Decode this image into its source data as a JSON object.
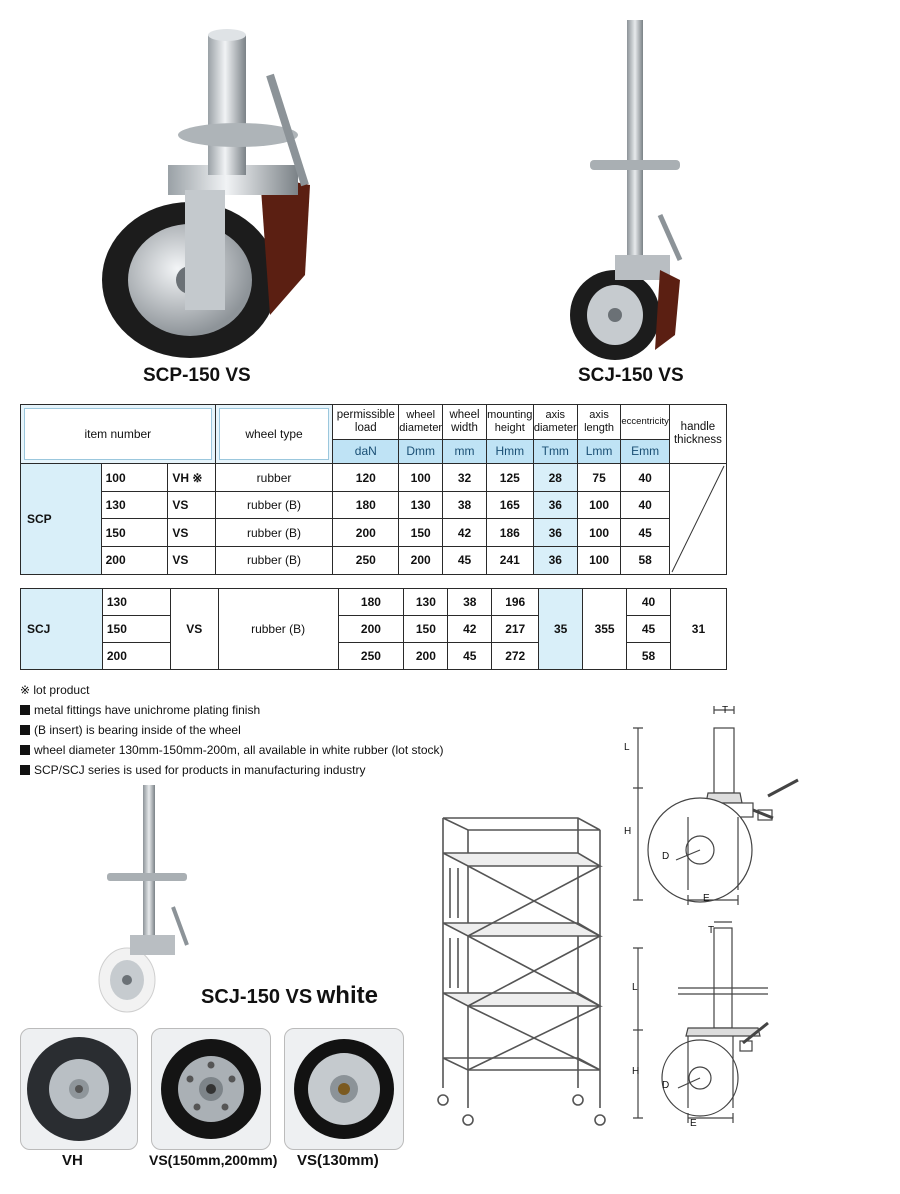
{
  "products": {
    "scp_caption": "SCP-150 VS",
    "scj_caption": "SCJ-150 VS",
    "scj_white_caption_main": "SCJ-150 VS",
    "scj_white_caption_suffix": "white"
  },
  "table": {
    "headers": {
      "item_number": "item number",
      "wheel_type": "wheel type",
      "permissible_load": "permissible load",
      "wheel_diameter": "wheel diameter",
      "wheel_width": "wheel width",
      "mounting_height": "mounting height",
      "axis_diameter": "axis diameter",
      "axis_length": "axis length",
      "eccentricity": "eccentricity",
      "handle_thickness": "handle thickness"
    },
    "units": {
      "load": "daN",
      "diameter": "Dmm",
      "width": "mm",
      "height": "Hmm",
      "axis_diameter": "Tmm",
      "axis_length": "Lmm",
      "eccentricity": "Emm"
    },
    "scp": {
      "series": "SCP",
      "rows": [
        {
          "size": "100",
          "suffix": "VH ※",
          "type": "rubber",
          "load": "120",
          "dia": "100",
          "width": "32",
          "height": "125",
          "axis_d": "28",
          "axis_l": "75",
          "ecc": "40"
        },
        {
          "size": "130",
          "suffix": "VS",
          "type": "rubber (B)",
          "load": "180",
          "dia": "130",
          "width": "38",
          "height": "165",
          "axis_d": "36",
          "axis_l": "100",
          "ecc": "40"
        },
        {
          "size": "150",
          "suffix": "VS",
          "type": "rubber (B)",
          "load": "200",
          "dia": "150",
          "width": "42",
          "height": "186",
          "axis_d": "36",
          "axis_l": "100",
          "ecc": "45"
        },
        {
          "size": "200",
          "suffix": "VS",
          "type": "rubber (B)",
          "load": "250",
          "dia": "200",
          "width": "45",
          "height": "241",
          "axis_d": "36",
          "axis_l": "100",
          "ecc": "58"
        }
      ]
    },
    "scj": {
      "series": "SCJ",
      "suffix": "VS",
      "type": "rubber (B)",
      "axis_d": "35",
      "axis_l": "355",
      "handle": "31",
      "rows": [
        {
          "size": "130",
          "load": "180",
          "dia": "130",
          "width": "38",
          "height": "196",
          "ecc": "40"
        },
        {
          "size": "150",
          "load": "200",
          "dia": "150",
          "width": "42",
          "height": "217",
          "ecc": "45"
        },
        {
          "size": "200",
          "load": "250",
          "dia": "200",
          "width": "45",
          "height": "272",
          "ecc": "58"
        }
      ]
    }
  },
  "notes": {
    "lot": "※ lot product",
    "items": [
      "metal fittings have unichrome plating finish",
      "(B insert) is bearing inside of the wheel",
      "wheel diameter 130mm-150mm-200m, all available in white rubber (lot stock)",
      "SCP/SCJ series is used for products in manufacturing industry"
    ]
  },
  "wheels": [
    {
      "label": "VH"
    },
    {
      "label": "VS(150mm,200mm)"
    },
    {
      "label": "VS(130mm)"
    }
  ],
  "diagram_labels": {
    "t": "T",
    "l": "L",
    "h": "H",
    "d": "D",
    "e": "E"
  }
}
